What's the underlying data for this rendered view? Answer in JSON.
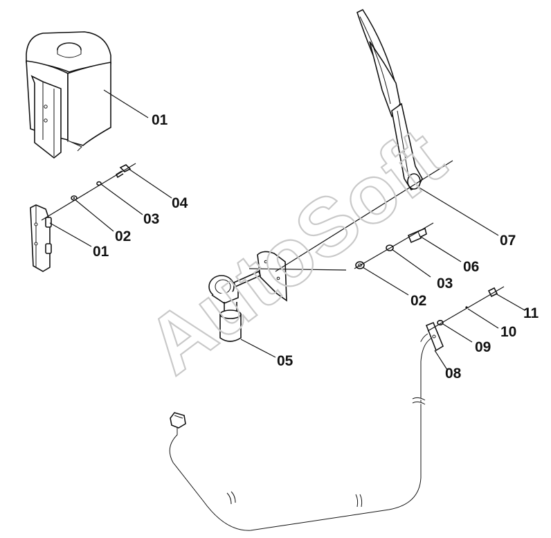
{
  "watermark": "AutoSoft",
  "callouts": [
    {
      "id": "c-01a",
      "text": "01"
    },
    {
      "id": "c-04",
      "text": "04"
    },
    {
      "id": "c-03a",
      "text": "03"
    },
    {
      "id": "c-02a",
      "text": "02"
    },
    {
      "id": "c-01b",
      "text": "01"
    },
    {
      "id": "c-07",
      "text": "07"
    },
    {
      "id": "c-06",
      "text": "06"
    },
    {
      "id": "c-03b",
      "text": "03"
    },
    {
      "id": "c-02b",
      "text": "02"
    },
    {
      "id": "c-11",
      "text": "11"
    },
    {
      "id": "c-10",
      "text": "10"
    },
    {
      "id": "c-09",
      "text": "09"
    },
    {
      "id": "c-08",
      "text": "08"
    },
    {
      "id": "c-05",
      "text": "05"
    }
  ]
}
